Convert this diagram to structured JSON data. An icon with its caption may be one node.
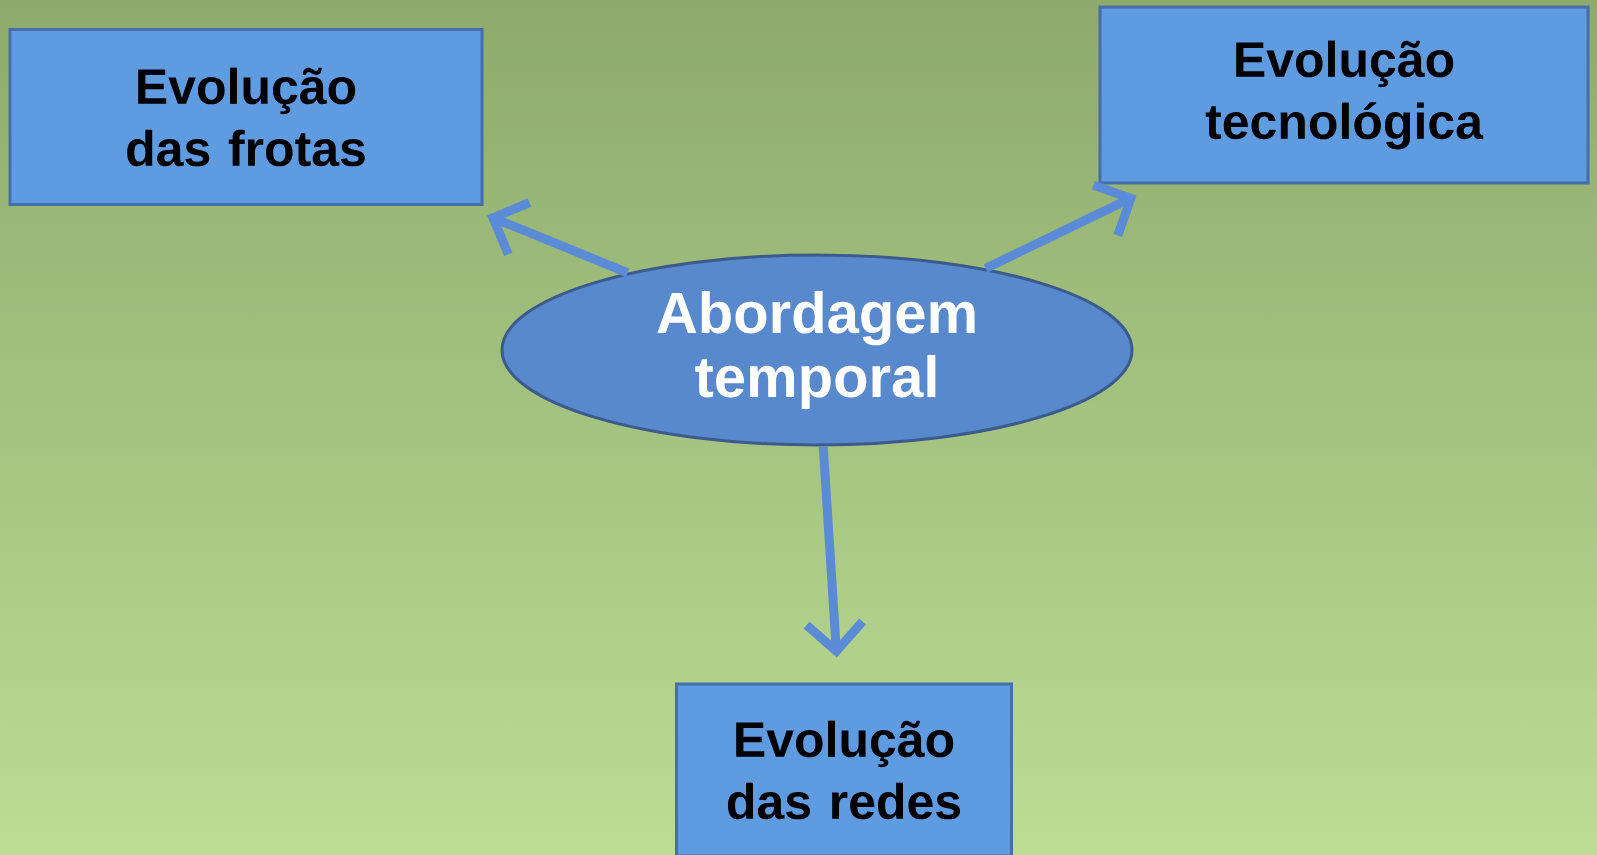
{
  "diagram": {
    "nodes": [
      {
        "text": [
          "Abordagem temporal"
        ]
      },
      {
        "text": [
          "Evolução das frotas"
        ]
      },
      {
        "text": [
          "Evolução tecnológica"
        ]
      },
      {
        "text": [
          "Evolução das redes"
        ]
      }
    ],
    "edges": [
      {
        "from": 0,
        "to": 1,
        "arrow": "to"
      },
      {
        "from": 0,
        "to": 2,
        "arrow": "to"
      },
      {
        "from": 0,
        "to": 3,
        "arrow": "to"
      }
    ]
  }
}
